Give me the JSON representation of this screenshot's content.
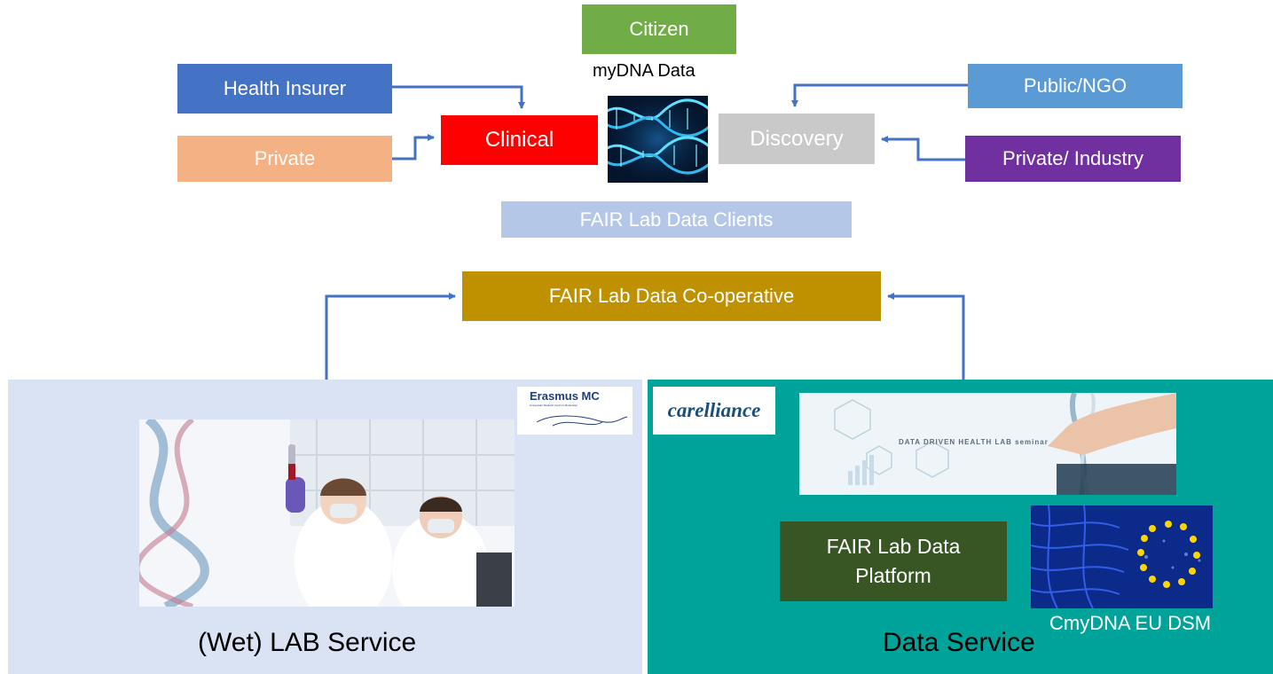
{
  "top": {
    "citizen_label": "Citizen",
    "mydna_caption": "myDNA Data",
    "health_insurer_label": "Health Insurer",
    "private_label": "Private",
    "clinical_label": "Clinical",
    "discovery_label": "Discovery",
    "public_ngo_label": "Public/NGO",
    "private_industry_label": "Private/ Industry",
    "clients_label": "FAIR Lab Data Clients",
    "cooperative_label": "FAIR Lab Data Co-operative"
  },
  "lab_panel": {
    "title": "(Wet) LAB Service",
    "logo_name": "Erasmus MC",
    "logo_subtitle": "Universitair Medisch Centrum Rotterdam"
  },
  "data_panel": {
    "title": "Data Service",
    "logo_text": "carelliance",
    "banner_text": "DATA DRIVEN HEALTH LAB seminar",
    "platform_label": "FAIR Lab Data Platform",
    "eu_caption": "CmyDNA EU DSM"
  },
  "colors": {
    "citizen": "#70ad47",
    "health_insurer": "#4472c4",
    "private": "#f4b183",
    "clinical": "#ff0000",
    "discovery": "#c9c9c9",
    "public_ngo": "#5b9bd5",
    "private_industry": "#7030a0",
    "clients": "#b4c7e7",
    "cooperative": "#bf9000",
    "lab_panel_bg": "#dae3f3",
    "data_panel_bg": "#00a39a",
    "platform": "#375623",
    "arrow": "#4472c4"
  }
}
